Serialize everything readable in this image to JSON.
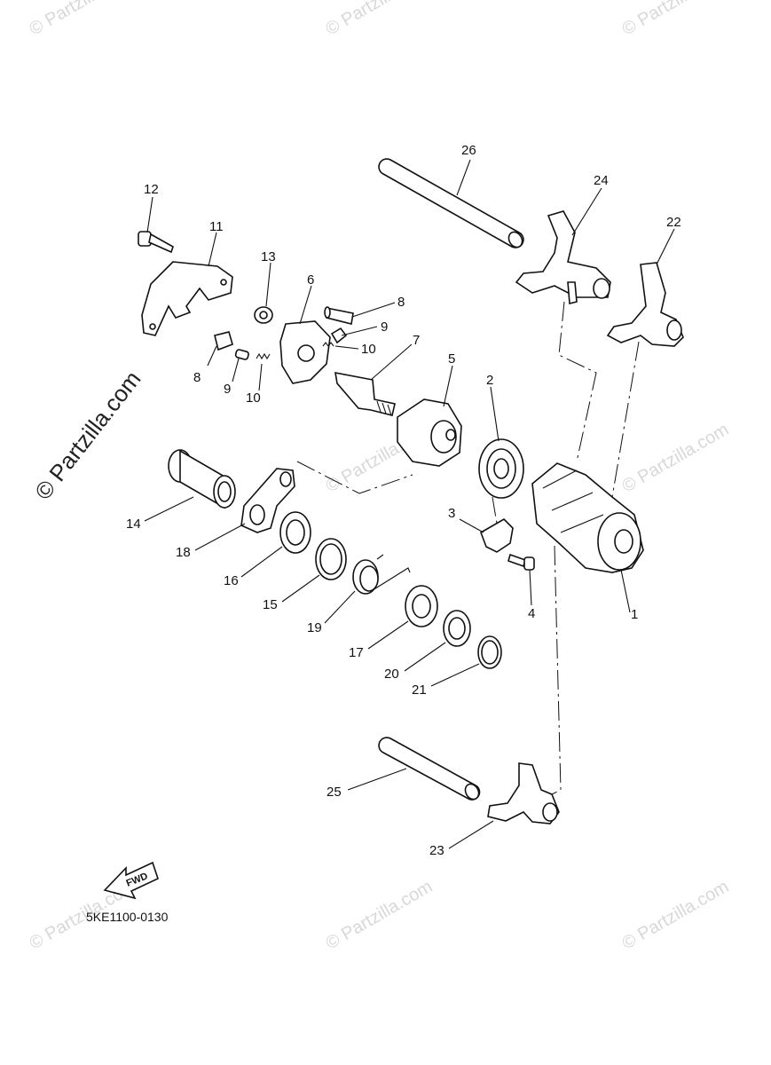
{
  "watermark": {
    "text": "© Partzilla.com",
    "color": "#d8d8d8",
    "main_color": "#222222"
  },
  "diagram_code": "5KE1100-0130",
  "fwd_label": "FWD",
  "callouts": [
    {
      "id": "1",
      "label": "1"
    },
    {
      "id": "2",
      "label": "2"
    },
    {
      "id": "3",
      "label": "3"
    },
    {
      "id": "4",
      "label": "4"
    },
    {
      "id": "5",
      "label": "5"
    },
    {
      "id": "6",
      "label": "6"
    },
    {
      "id": "7",
      "label": "7"
    },
    {
      "id": "8a",
      "label": "8"
    },
    {
      "id": "8b",
      "label": "8"
    },
    {
      "id": "9a",
      "label": "9"
    },
    {
      "id": "9b",
      "label": "9"
    },
    {
      "id": "10a",
      "label": "10"
    },
    {
      "id": "10b",
      "label": "10"
    },
    {
      "id": "11",
      "label": "11"
    },
    {
      "id": "12",
      "label": "12"
    },
    {
      "id": "13",
      "label": "13"
    },
    {
      "id": "14",
      "label": "14"
    },
    {
      "id": "15",
      "label": "15"
    },
    {
      "id": "16",
      "label": "16"
    },
    {
      "id": "17",
      "label": "17"
    },
    {
      "id": "18",
      "label": "18"
    },
    {
      "id": "19",
      "label": "19"
    },
    {
      "id": "20",
      "label": "20"
    },
    {
      "id": "21",
      "label": "21"
    },
    {
      "id": "22",
      "label": "22"
    },
    {
      "id": "23",
      "label": "23"
    },
    {
      "id": "24",
      "label": "24"
    },
    {
      "id": "25",
      "label": "25"
    },
    {
      "id": "26",
      "label": "26"
    }
  ]
}
